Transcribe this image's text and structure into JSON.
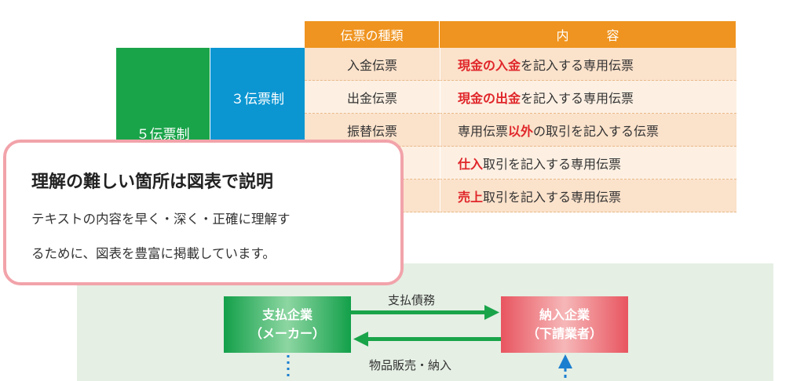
{
  "table": {
    "headers": [
      "伝票の種類",
      "内　　　容"
    ],
    "systems": {
      "five": "５伝票制",
      "three": "３伝票制"
    },
    "rows": [
      {
        "kind": "入金伝票",
        "content": [
          {
            "t": "現金の入金",
            "red": true
          },
          {
            "t": "を記入する専用伝票"
          }
        ]
      },
      {
        "kind": "出金伝票",
        "content": [
          {
            "t": "現金の出金",
            "red": true
          },
          {
            "t": "を記入する専用伝票"
          }
        ]
      },
      {
        "kind": "振替伝票",
        "content": [
          {
            "t": "専用伝票"
          },
          {
            "t": "以外",
            "red": true
          },
          {
            "t": "の取引を記入する伝票"
          }
        ]
      },
      {
        "kind": "",
        "content": [
          {
            "t": "仕入",
            "red": true
          },
          {
            "t": "取引を記入する専用伝票"
          }
        ]
      },
      {
        "kind": "",
        "content": [
          {
            "t": "売上",
            "red": true
          },
          {
            "t": "取引を記入する専用伝票"
          }
        ]
      }
    ]
  },
  "callout": {
    "title": "理解の難しい箇所は図表で説明",
    "lines": [
      "テキストの内容を早く・深く・正確に理解す",
      "るために、図表を豊富に掲載しています。"
    ]
  },
  "diagram": {
    "payer": {
      "line1": "支払企業",
      "line2": "（メーカー）"
    },
    "supplier": {
      "line1": "納入企業",
      "line2": "（下請業者）"
    },
    "top_label": "支払債務",
    "bottom_label": "物品販売・納入"
  },
  "colors": {
    "orange": "#ef9420",
    "green": "#1aa44a",
    "blue": "#0b96d2",
    "red": "#e0262a",
    "pink": "#f2a3aa"
  }
}
